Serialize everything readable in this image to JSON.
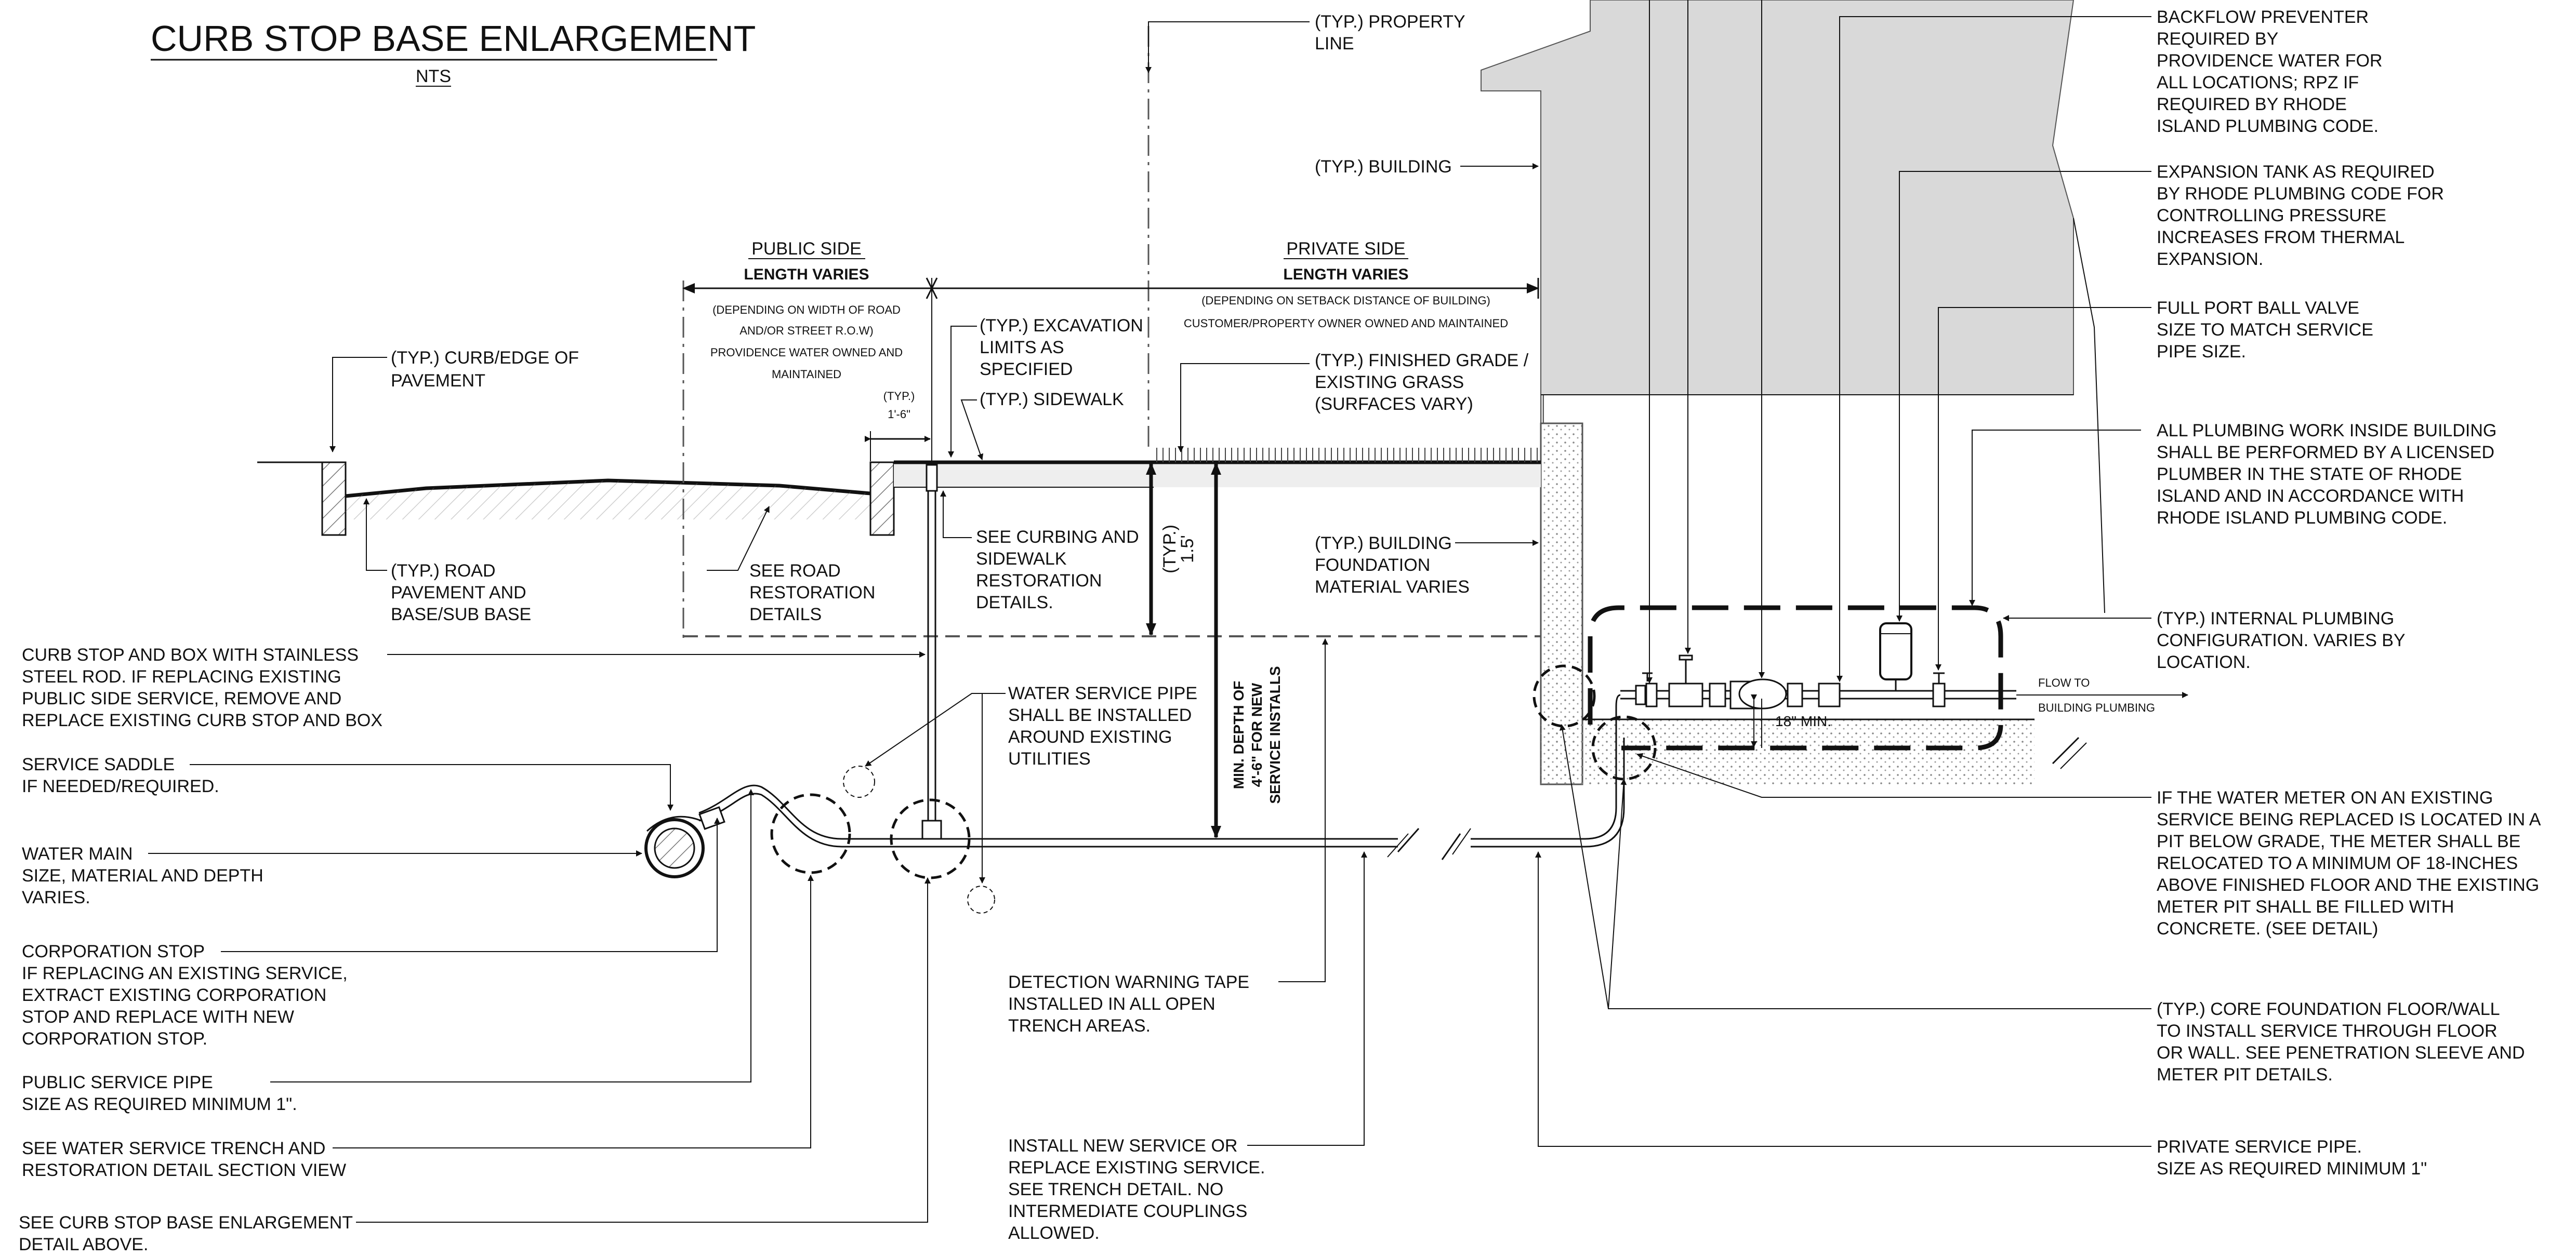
{
  "title": {
    "text": "CURB STOP BASE ENLARGEMENT",
    "scale": "NTS"
  },
  "zones": {
    "public": {
      "title": "PUBLIC SIDE",
      "length": "LENGTH VARIES",
      "notes": [
        "(DEPENDING ON WIDTH OF ROAD",
        "AND/OR STREET R.O.W)",
        "PROVIDENCE WATER OWNED AND",
        "MAINTAINED"
      ]
    },
    "private": {
      "title": "PRIVATE SIDE",
      "length": "LENGTH VARIES",
      "notes": [
        "(DEPENDING ON SETBACK DISTANCE OF BUILDING)",
        "CUSTOMER/PROPERTY OWNER OWNED AND MAINTAINED"
      ]
    }
  },
  "dimensions": {
    "typ_18_a": "(TYP.)",
    "typ_18_b": "1'-6\"",
    "typ_15_a": "(TYP.)",
    "typ_15_b": "1.5'",
    "min_depth": [
      "MIN. DEPTH OF",
      "4'-6\" FOR NEW",
      "SERVICE INSTALLS"
    ],
    "meter_height": "18\" MIN."
  },
  "flow": {
    "line1": "FLOW TO",
    "line2": "BUILDING PLUMBING"
  },
  "callouts": {
    "property_line": [
      "(TYP.) PROPERTY",
      "LINE"
    ],
    "building": [
      "(TYP.) BUILDING"
    ],
    "curb_edge": [
      "(TYP.) CURB/EDGE OF",
      "PAVEMENT"
    ],
    "excavation": [
      "(TYP.) EXCAVATION",
      "LIMITS AS",
      "SPECIFIED"
    ],
    "sidewalk": [
      "(TYP.) SIDEWALK"
    ],
    "finished_grade": [
      "(TYP.) FINISHED GRADE /",
      "EXISTING GRASS",
      "(SURFACES VARY)"
    ],
    "road_pavement": [
      "(TYP.) ROAD",
      "PAVEMENT AND",
      "BASE/SUB BASE"
    ],
    "road_restoration": [
      "SEE ROAD",
      "RESTORATION",
      "DETAILS"
    ],
    "curbing": [
      "SEE CURBING AND",
      "SIDEWALK",
      "RESTORATION",
      "DETAILS."
    ],
    "foundation": [
      "(TYP.) BUILDING",
      "FOUNDATION",
      "MATERIAL VARIES"
    ],
    "curb_stop": [
      "CURB STOP AND BOX WITH STAINLESS",
      "STEEL ROD. IF REPLACING EXISTING",
      "PUBLIC SIDE SERVICE, REMOVE AND",
      "REPLACE EXISTING CURB STOP AND BOX"
    ],
    "saddle": [
      "SERVICE SADDLE",
      "IF NEEDED/REQUIRED."
    ],
    "main": [
      "WATER MAIN",
      "SIZE, MATERIAL AND DEPTH",
      "VARIES."
    ],
    "corp_stop": [
      "CORPORATION STOP",
      "IF REPLACING AN EXISTING SERVICE,",
      "EXTRACT EXISTING CORPORATION",
      "STOP AND REPLACE WITH NEW",
      "CORPORATION STOP."
    ],
    "public_pipe": [
      "PUBLIC SERVICE PIPE",
      "SIZE AS REQUIRED MINIMUM  1\"."
    ],
    "trench": [
      "SEE WATER SERVICE TRENCH AND",
      "RESTORATION DETAIL SECTION VIEW"
    ],
    "curb_base": [
      "SEE CURB STOP BASE ENLARGEMENT",
      "DETAIL ABOVE."
    ],
    "service_pipe": [
      "WATER SERVICE PIPE",
      "SHALL BE INSTALLED",
      "AROUND EXISTING",
      "UTILITIES"
    ],
    "warning_tape": [
      "DETECTION WARNING TAPE",
      "INSTALLED IN ALL OPEN",
      "TRENCH AREAS."
    ],
    "install": [
      "INSTALL NEW SERVICE OR",
      "REPLACE EXISTING SERVICE.",
      "SEE TRENCH DETAIL. NO",
      "INTERMEDIATE COUPLINGS",
      "ALLOWED."
    ],
    "backflow": [
      "BACKFLOW PREVENTER",
      "REQUIRED BY",
      "PROVIDENCE WATER FOR",
      "ALL LOCATIONS; RPZ IF",
      "REQUIRED BY RHODE",
      "ISLAND PLUMBING CODE."
    ],
    "expansion": [
      "EXPANSION TANK AS REQUIRED",
      "BY RHODE PLUMBING CODE FOR",
      "CONTROLLING PRESSURE",
      "INCREASES FROM THERMAL",
      "EXPANSION."
    ],
    "ball_valve": [
      "FULL PORT BALL VALVE",
      "SIZE TO MATCH SERVICE",
      "PIPE SIZE."
    ],
    "plumbing": [
      "ALL PLUMBING WORK INSIDE BUILDING",
      "SHALL BE PERFORMED BY A LICENSED",
      "PLUMBER IN THE STATE OF RHODE",
      "ISLAND AND IN ACCORDANCE WITH",
      "RHODE ISLAND PLUMBING CODE."
    ],
    "internal": [
      "(TYP.) INTERNAL PLUMBING",
      "CONFIGURATION. VARIES BY",
      "LOCATION."
    ],
    "meter_pit": [
      "IF THE WATER METER ON AN EXISTING",
      "SERVICE BEING REPLACED IS LOCATED IN A",
      "PIT BELOW GRADE, THE METER SHALL BE",
      "RELOCATED TO A MINIMUM OF 18-INCHES",
      "ABOVE FINISHED FLOOR  AND THE EXISTING",
      "METER PIT SHALL BE FILLED WITH",
      "CONCRETE. (SEE DETAIL)"
    ],
    "core": [
      "(TYP.) CORE FOUNDATION  FLOOR/WALL",
      "TO INSTALL SERVICE THROUGH FLOOR",
      "OR WALL. SEE PENETRATION SLEEVE AND",
      "METER PIT DETAILS."
    ],
    "private_pipe": [
      "PRIVATE SERVICE PIPE.",
      "SIZE AS REQUIRED MINIMUM  1\""
    ]
  },
  "colors": {
    "ink": "#111111",
    "building_fill": "#d9d9d9",
    "concrete_fill": "#eeeeee",
    "hatch": "#777777"
  }
}
